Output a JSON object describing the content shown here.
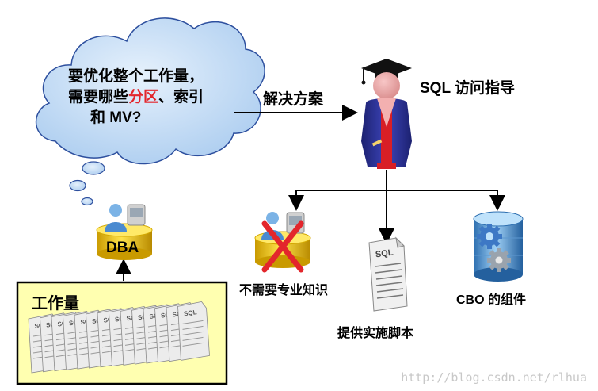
{
  "cloud": {
    "line1": "要优化整个工作量，",
    "line2_prefix": "需要哪些",
    "line2_highlight": "分区",
    "line2_suffix": "、索引",
    "line3": "和 MV?"
  },
  "arrow_label": "解决方案",
  "advisor_label": "SQL 访问指导",
  "dba_label": "DBA",
  "workload_label": "工作量",
  "sql_doc_text": "SQL",
  "outputs": {
    "no_expertise": "不需要专业知识",
    "script": "提供实施脚本",
    "cbo": "CBO 的组件"
  },
  "watermark": "http://blog.csdn.net/rlhua",
  "colors": {
    "cloud_fill": "#c3ddf6",
    "cloud_stroke": "#2d4f9e",
    "box_fill": "#ffffb0",
    "highlight": "#e3262c",
    "robe": "#2a2f8e",
    "stripe": "#d81f26"
  }
}
